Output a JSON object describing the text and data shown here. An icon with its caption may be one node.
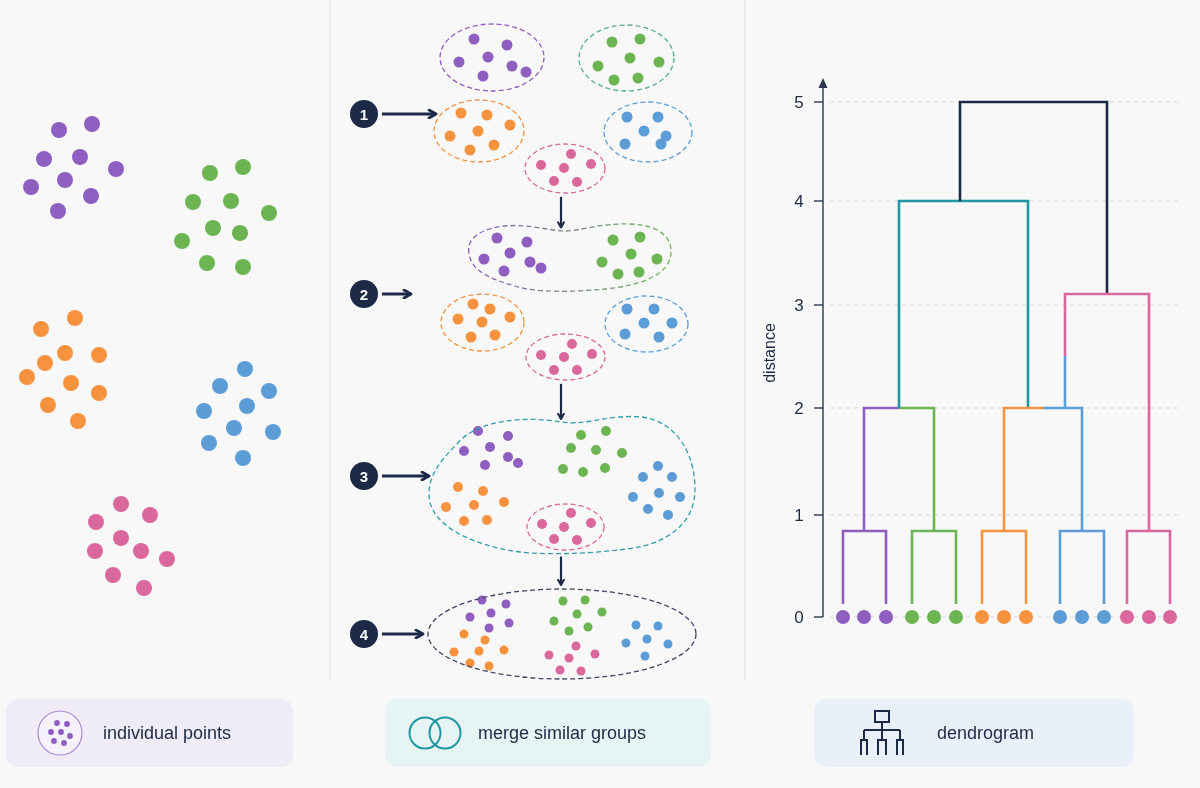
{
  "diagram": {
    "nodes": [
      {
        "text": [],
        "shape": "ellipse"
      },
      {
        "text": [],
        "shape": "ellipse"
      },
      {
        "text": [
          "1"
        ]
      },
      {
        "text": [],
        "shape": "ellipse"
      },
      {
        "text": [],
        "shape": "ellipse"
      },
      {
        "text": [],
        "shape": "ellipse"
      },
      {
        "text": [],
        "shape": "blob"
      },
      {
        "text": [
          "2"
        ]
      },
      {
        "text": [],
        "shape": "ellipse"
      },
      {
        "text": [],
        "shape": "ellipse"
      },
      {
        "text": [],
        "shape": "ellipse"
      },
      {
        "text": [
          "3"
        ]
      },
      {
        "text": [],
        "shape": "blob"
      },
      {
        "text": [],
        "shape": "ellipse",
        "in": 12
      },
      {
        "text": [
          "4"
        ]
      },
      {
        "text": [],
        "shape": "ellipse"
      },
      {
        "text": [
          "individual points"
        ]
      },
      {
        "text": [
          "merge similar groups"
        ]
      },
      {
        "text": [
          "dendrogram"
        ]
      }
    ],
    "edges": [
      {
        "from": 2,
        "to": 3,
        "arrow": "to"
      },
      {
        "from": 7,
        "to": null,
        "arrow": "to"
      },
      {
        "from": 11,
        "to": 12,
        "arrow": "to"
      },
      {
        "from": 14,
        "to": 15,
        "arrow": "to"
      },
      {
        "from": 5,
        "to": 6,
        "arrow": "to"
      },
      {
        "from": 10,
        "to": 12,
        "arrow": "to"
      },
      {
        "from": 12,
        "to": 15,
        "arrow": "to"
      }
    ],
    "labels": [
      "5",
      "4",
      "3",
      "distance",
      "2",
      "1",
      "0"
    ]
  }
}
